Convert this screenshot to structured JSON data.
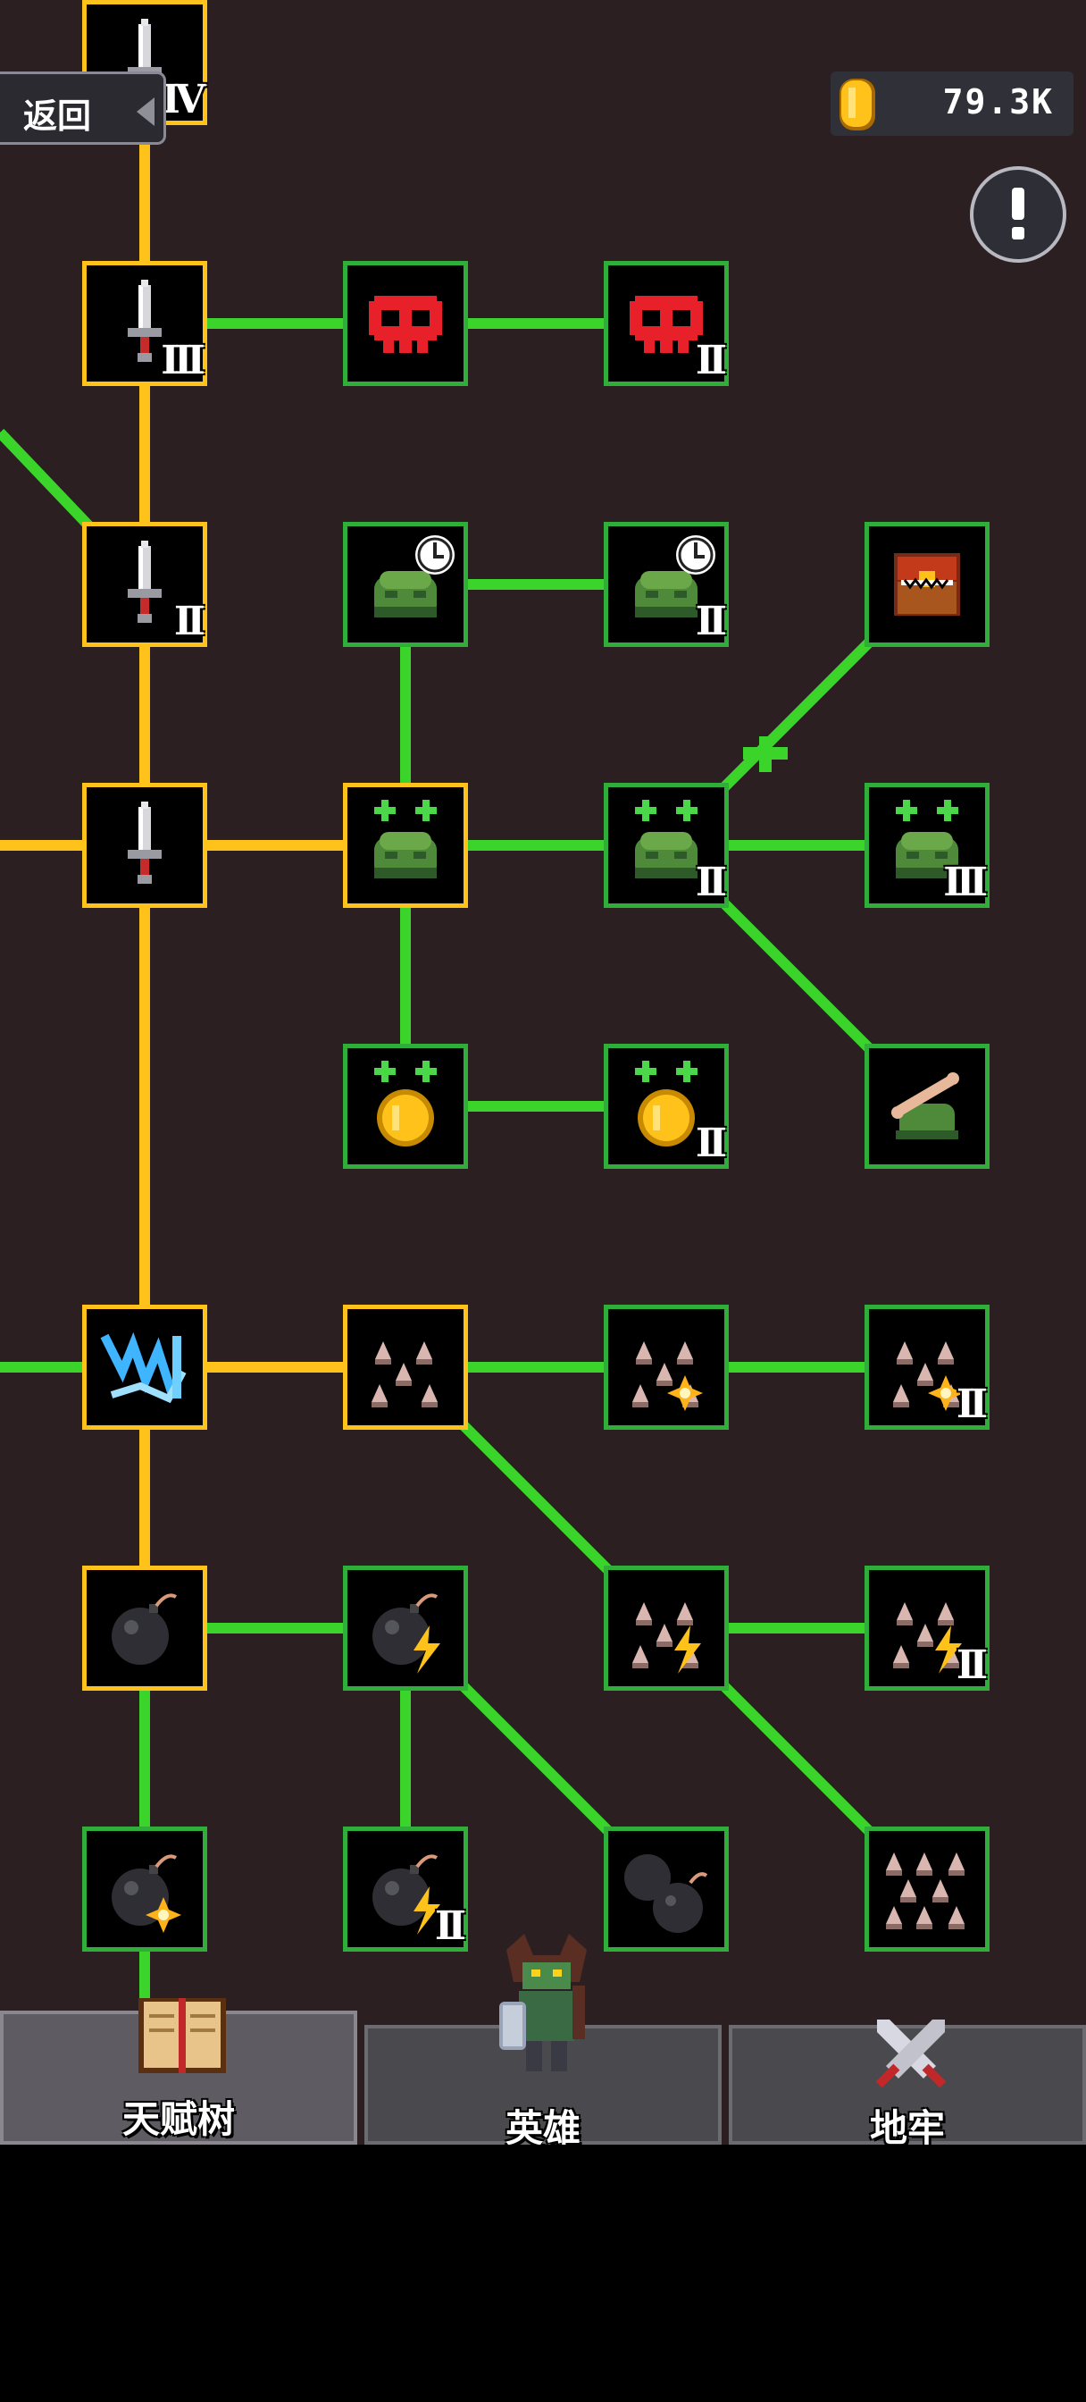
{
  "header": {
    "back_label": "返回",
    "coins": "79.3K",
    "info_icon": "exclamation-icon"
  },
  "colors": {
    "background": "#2c1f22",
    "unlocked_border": "#2fae3a",
    "selected_border": "#ffc21a",
    "active_path": "#ffc21a",
    "available_path": "#3ad42a"
  },
  "nodes": [
    {
      "id": "sword-4",
      "icon": "sword-icon",
      "tier": "IV",
      "state": "gold",
      "col": 0,
      "row": 0
    },
    {
      "id": "sword-3",
      "icon": "sword-icon",
      "tier": "III",
      "state": "gold",
      "col": 0,
      "row": 1
    },
    {
      "id": "skull-1",
      "icon": "red-skull-icon",
      "tier": "",
      "state": "green",
      "col": 1,
      "row": 1
    },
    {
      "id": "skull-2",
      "icon": "red-skull-icon",
      "tier": "II",
      "state": "green",
      "col": 2,
      "row": 1
    },
    {
      "id": "sword-2",
      "icon": "sword-icon",
      "tier": "II",
      "state": "gold",
      "col": 0,
      "row": 2
    },
    {
      "id": "slime-clock-1",
      "icon": "slime-clock-icon",
      "tier": "",
      "state": "green",
      "col": 1,
      "row": 2
    },
    {
      "id": "slime-clock-2",
      "icon": "slime-clock-icon",
      "tier": "II",
      "state": "green",
      "col": 2,
      "row": 2
    },
    {
      "id": "chest-mimic",
      "icon": "treasure-chest-icon",
      "tier": "",
      "state": "green",
      "col": 3,
      "row": 2
    },
    {
      "id": "sword-1",
      "icon": "sword-icon",
      "tier": "",
      "state": "gold",
      "col": 0,
      "row": 3
    },
    {
      "id": "slime-plus-1",
      "icon": "slime-plus-icon",
      "tier": "",
      "state": "gold",
      "col": 1,
      "row": 3
    },
    {
      "id": "slime-plus-2",
      "icon": "slime-plus-icon",
      "tier": "II",
      "state": "green",
      "col": 2,
      "row": 3
    },
    {
      "id": "slime-plus-3",
      "icon": "slime-plus-icon",
      "tier": "III",
      "state": "green",
      "col": 3,
      "row": 3
    },
    {
      "id": "coin-plus-1",
      "icon": "coin-plus-icon",
      "tier": "",
      "state": "green",
      "col": 1,
      "row": 4
    },
    {
      "id": "coin-plus-2",
      "icon": "coin-plus-icon",
      "tier": "II",
      "state": "green",
      "col": 2,
      "row": 4
    },
    {
      "id": "slime-bone",
      "icon": "slime-bone-icon",
      "tier": "",
      "state": "green",
      "col": 3,
      "row": 4
    },
    {
      "id": "lightning-wave",
      "icon": "lightning-wave-icon",
      "tier": "",
      "state": "gold",
      "col": 0,
      "row": 5
    },
    {
      "id": "spikes-1",
      "icon": "spikes-icon",
      "tier": "",
      "state": "gold",
      "col": 1,
      "row": 5
    },
    {
      "id": "spikes-spark-1",
      "icon": "spikes-spark-icon",
      "tier": "",
      "state": "green",
      "col": 2,
      "row": 5
    },
    {
      "id": "spikes-spark-2",
      "icon": "spikes-spark-icon",
      "tier": "II",
      "state": "green",
      "col": 3,
      "row": 5
    },
    {
      "id": "bomb",
      "icon": "bomb-icon",
      "tier": "",
      "state": "gold",
      "col": 0,
      "row": 6
    },
    {
      "id": "bomb-bolt-1",
      "icon": "bomb-bolt-icon",
      "tier": "",
      "state": "green",
      "col": 1,
      "row": 6
    },
    {
      "id": "spikes-bolt-1",
      "icon": "spikes-bolt-icon",
      "tier": "",
      "state": "green",
      "col": 2,
      "row": 6
    },
    {
      "id": "spikes-bolt-2",
      "icon": "spikes-bolt-icon",
      "tier": "II",
      "state": "green",
      "col": 3,
      "row": 6
    },
    {
      "id": "bomb-spark",
      "icon": "bomb-spark-icon",
      "tier": "",
      "state": "green",
      "col": 0,
      "row": 7
    },
    {
      "id": "bomb-bolt-2",
      "icon": "bomb-bolt-icon",
      "tier": "II",
      "state": "green",
      "col": 1,
      "row": 7
    },
    {
      "id": "double-bomb",
      "icon": "double-bomb-icon",
      "tier": "",
      "state": "green",
      "col": 2,
      "row": 7
    },
    {
      "id": "spike-field",
      "icon": "spike-field-icon",
      "tier": "",
      "state": "green",
      "col": 3,
      "row": 7
    }
  ],
  "tabs": [
    {
      "id": "talent-tree",
      "label": "天赋树",
      "icon": "book-icon",
      "active": true
    },
    {
      "id": "hero",
      "label": "英雄",
      "icon": "hero-icon",
      "active": false
    },
    {
      "id": "dungeon",
      "label": "地牢",
      "icon": "crossed-swords-icon",
      "active": false
    }
  ]
}
